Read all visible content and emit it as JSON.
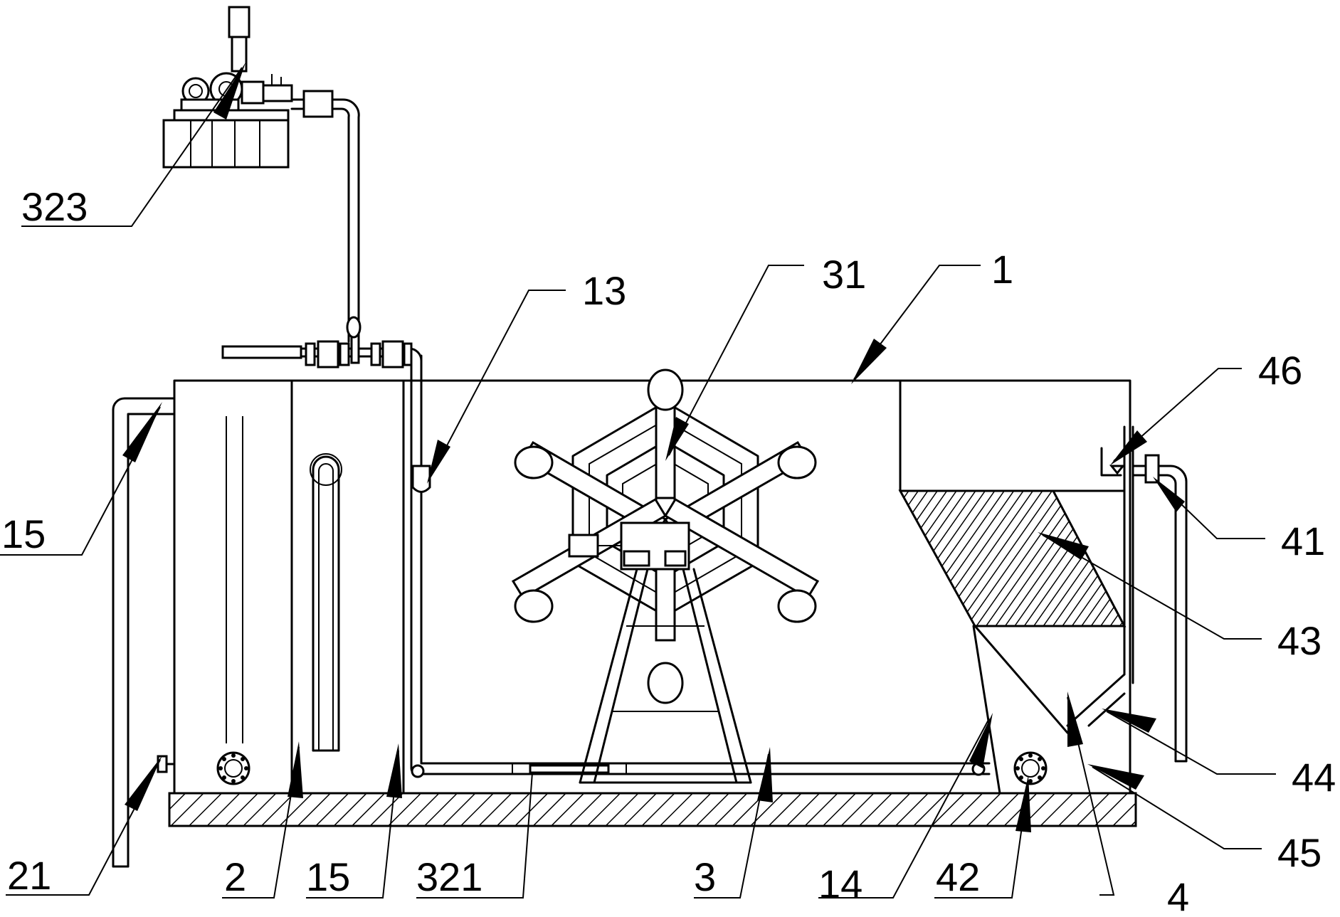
{
  "labels": {
    "n323": "323",
    "n13": "13",
    "n31": "31",
    "n1": "1",
    "n46": "46",
    "n15_left": "15",
    "n41": "41",
    "n43": "43",
    "n44": "44",
    "n45": "45",
    "n21": "21",
    "n2": "2",
    "n15_bottom": "15",
    "n321": "321",
    "n3": "3",
    "n14": "14",
    "n42": "42",
    "n4": "4"
  }
}
